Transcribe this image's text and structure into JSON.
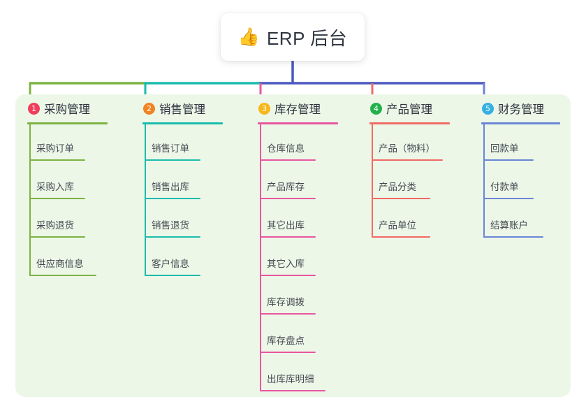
{
  "root": {
    "icon": "thumbs-up-icon",
    "emoji": "👍",
    "title": "ERP 后台"
  },
  "panel": {
    "background_color": "#edf7e8"
  },
  "trunk_color": "#4a58c0",
  "branches": [
    {
      "index": "1",
      "title": "采购管理",
      "badge_color": "#ef3e5c",
      "line_color": "#7cb342",
      "underline_width": 115,
      "items": [
        {
          "label": "采购订单",
          "underline_width": 80
        },
        {
          "label": "采购入库",
          "underline_width": 80
        },
        {
          "label": "采购退货",
          "underline_width": 80
        },
        {
          "label": "供应商信息",
          "underline_width": 96
        }
      ]
    },
    {
      "index": "2",
      "title": "销售管理",
      "badge_color": "#f08322",
      "line_color": "#1abcac",
      "underline_width": 115,
      "items": [
        {
          "label": "销售订单",
          "underline_width": 80
        },
        {
          "label": "销售出库",
          "underline_width": 80
        },
        {
          "label": "销售退货",
          "underline_width": 80
        },
        {
          "label": "客户信息",
          "underline_width": 80
        }
      ]
    },
    {
      "index": "3",
      "title": "库存管理",
      "badge_color": "#f7b71d",
      "line_color": "#e8569f",
      "underline_width": 115,
      "items": [
        {
          "label": "仓库信息",
          "underline_width": 80
        },
        {
          "label": "产品库存",
          "underline_width": 80
        },
        {
          "label": "其它出库",
          "underline_width": 80
        },
        {
          "label": "其它入库",
          "underline_width": 80
        },
        {
          "label": "库存调拨",
          "underline_width": 80
        },
        {
          "label": "库存盘点",
          "underline_width": 80
        },
        {
          "label": "出库库明细",
          "underline_width": 94
        }
      ]
    },
    {
      "index": "4",
      "title": "产品管理",
      "badge_color": "#22b24c",
      "line_color": "#f16a64",
      "underline_width": 115,
      "items": [
        {
          "label": "产品（物料）",
          "underline_width": 102
        },
        {
          "label": "产品分类",
          "underline_width": 84
        },
        {
          "label": "产品单位",
          "underline_width": 84
        }
      ]
    },
    {
      "index": "5",
      "title": "财务管理",
      "badge_color": "#35b0e3",
      "line_color": "#6a86d6",
      "underline_width": 113,
      "items": [
        {
          "label": "回款单",
          "underline_width": 72
        },
        {
          "label": "付款单",
          "underline_width": 72
        },
        {
          "label": "结算账户",
          "underline_width": 86
        }
      ]
    }
  ]
}
